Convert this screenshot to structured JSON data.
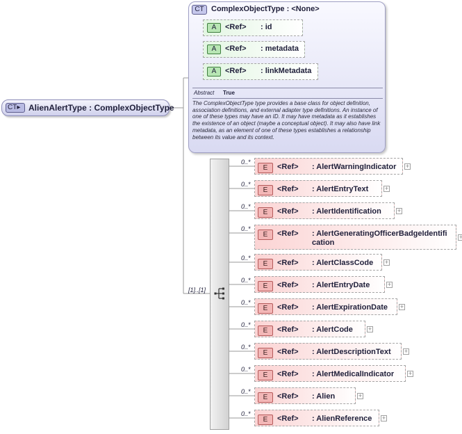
{
  "root": {
    "badge": "CT",
    "label": "AlienAlertType : ComplexObjectType"
  },
  "complex_type": {
    "badge": "CT",
    "title": "ComplexObjectType : <None>",
    "attributes": [
      {
        "badge": "A",
        "ref": "<Ref>",
        "name": ": id"
      },
      {
        "badge": "A",
        "ref": "<Ref>",
        "name": ": metadata"
      },
      {
        "badge": "A",
        "ref": "<Ref>",
        "name": ": linkMetadata"
      }
    ],
    "abstract_label": "Abstract",
    "abstract_value": "True",
    "description": "The ComplexObjectType type provides a base class for object definition, association definitions, and external adapter type definitions. An instance of one of these types may have an ID. It may have metadata as it establishes the existence of an object (maybe a conceptual object). It may also have link metadata, as an element of one of these types establishes a relationship between its value and its context."
  },
  "sequence": {
    "multiplicity": "[1]..[1]",
    "icon": "sequence-icon"
  },
  "elements": [
    {
      "badge": "E",
      "ref": "<Ref>",
      "name": ": AlertWarningIndicator",
      "multiplicity": "0..*"
    },
    {
      "badge": "E",
      "ref": "<Ref>",
      "name": ": AlertEntryText",
      "multiplicity": "0..*"
    },
    {
      "badge": "E",
      "ref": "<Ref>",
      "name": ": AlertIdentification",
      "multiplicity": "0..*"
    },
    {
      "badge": "E",
      "ref": "<Ref>",
      "name": ": AlertGeneratingOfficerBadgeIdentification",
      "multiplicity": "0..*"
    },
    {
      "badge": "E",
      "ref": "<Ref>",
      "name": ": AlertClassCode",
      "multiplicity": "0..*"
    },
    {
      "badge": "E",
      "ref": "<Ref>",
      "name": ": AlertEntryDate",
      "multiplicity": "0..*"
    },
    {
      "badge": "E",
      "ref": "<Ref>",
      "name": ": AlertExpirationDate",
      "multiplicity": "0..*"
    },
    {
      "badge": "E",
      "ref": "<Ref>",
      "name": ": AlertCode",
      "multiplicity": "0..*"
    },
    {
      "badge": "E",
      "ref": "<Ref>",
      "name": ": AlertDescriptionText",
      "multiplicity": "0..*"
    },
    {
      "badge": "E",
      "ref": "<Ref>",
      "name": ": AlertMedicalIndicator",
      "multiplicity": "0..*"
    },
    {
      "badge": "E",
      "ref": "<Ref>",
      "name": ": Alien",
      "multiplicity": "0..*"
    },
    {
      "badge": "E",
      "ref": "<Ref>",
      "name": ": AlienReference",
      "multiplicity": "0..*"
    }
  ],
  "expand_symbol": "+",
  "colors": {
    "element_fill": "#fbd4d4",
    "attribute_fill": "#e3f6e3",
    "type_fill": "#d9daf2"
  }
}
